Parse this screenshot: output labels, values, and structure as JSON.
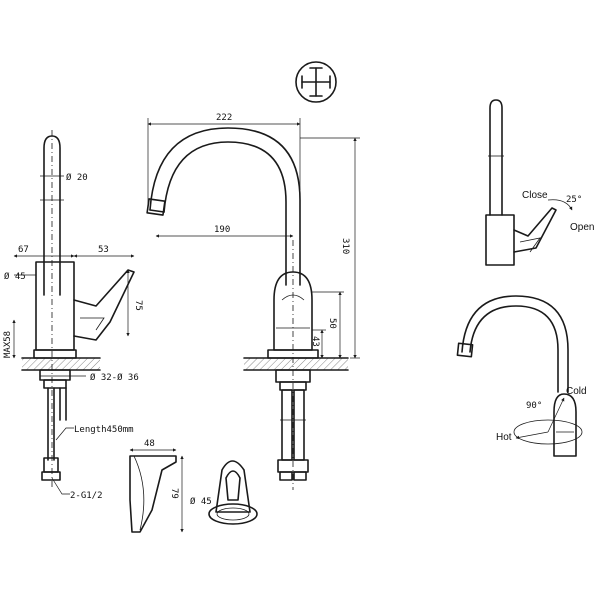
{
  "dimensions": {
    "d20": "Ø 20",
    "d67": "67",
    "d53": "53",
    "d45": "Ø 45",
    "d75": "75",
    "max58": "MAX58",
    "d32_36": "Ø 32-Ø 36",
    "length450": "Length450mm",
    "g12": "2-G1/2",
    "d222": "222",
    "d190": "190",
    "d310": "310",
    "d50": "50",
    "d43": "43",
    "d48": "48",
    "d79": "79",
    "d45_small": "Ø 45",
    "d25": "25°",
    "d90": "90°"
  },
  "labels": {
    "close": "Close",
    "open": "Open",
    "cold": "Cold",
    "hot": "Hot"
  }
}
